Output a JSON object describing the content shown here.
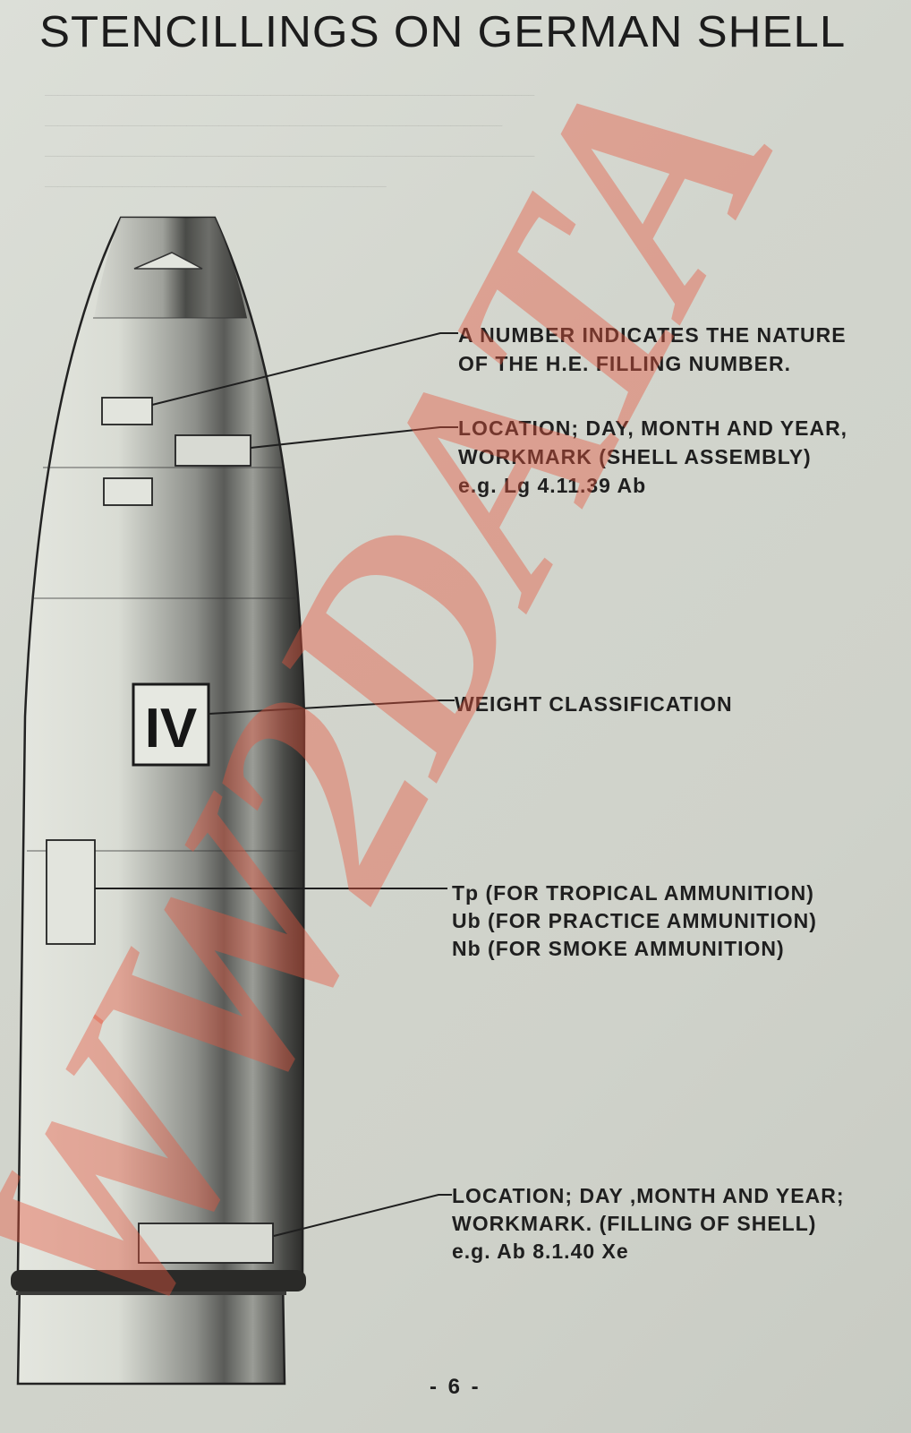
{
  "title": "STENCILLINGS ON GERMAN SHELL",
  "callouts": {
    "filling_number": {
      "line1": "A NUMBER INDICATES THE NATURE",
      "line2": "OF THE H.E. FILLING NUMBER."
    },
    "assembly": {
      "line1": "LOCATION; DAY, MONTH AND YEAR,",
      "line2": "WORKMARK (SHELL ASSEMBLY)",
      "line3": "e.g. Lg 4.11.39 Ab"
    },
    "weight": {
      "line1": "WEIGHT CLASSIFICATION"
    },
    "type": {
      "line1": "Tp (FOR TROPICAL AMMUNITION)",
      "line2": "Ub (FOR PRACTICE AMMUNITION)",
      "line3": "Nb (FOR SMOKE AMMUNITION)"
    },
    "filling_shell": {
      "line1": "LOCATION; DAY ,MONTH AND YEAR;",
      "line2": "WORKMARK. (FILLING OF SHELL)",
      "line3": "e.g. Ab 8.1.40 Xe"
    }
  },
  "shell": {
    "weight_mark": "IV"
  },
  "page_number": "- 6 -",
  "watermark": {
    "text": "WW2DATA",
    "color": "#e8553f"
  },
  "colors": {
    "paper": "#d4d7d0",
    "ink": "#1e1e1e"
  }
}
